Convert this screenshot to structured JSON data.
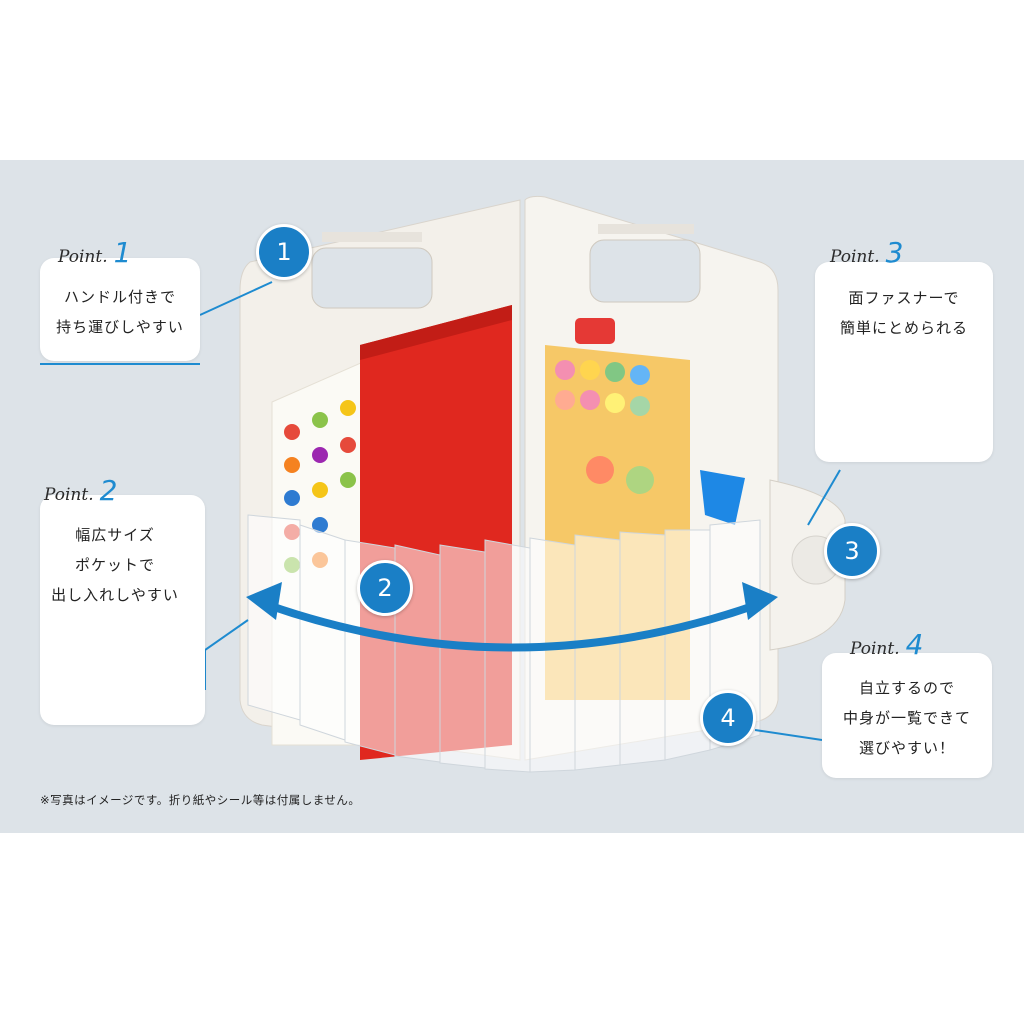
{
  "colors": {
    "accent": "#1e8bd0",
    "badge": "#1a7fc6",
    "panel_bg": "#dde3e8"
  },
  "points": [
    {
      "label": "Point.",
      "number": "1",
      "lines": [
        "ハンドル付きで",
        "持ち運びしやすい"
      ]
    },
    {
      "label": "Point.",
      "number": "2",
      "lines": [
        "幅広サイズ",
        "ポケットで",
        "出し入れしやすい"
      ]
    },
    {
      "label": "Point.",
      "number": "3",
      "lines": [
        "面ファスナーで",
        "簡単にとめられる"
      ]
    },
    {
      "label": "Point.",
      "number": "4",
      "lines": [
        "自立するので",
        "中身が一覧できて",
        "選びやすい！"
      ]
    }
  ],
  "badges": [
    "1",
    "2",
    "3",
    "4"
  ],
  "note": "※写真はイメージです。折り紙やシール等は付属しません。"
}
